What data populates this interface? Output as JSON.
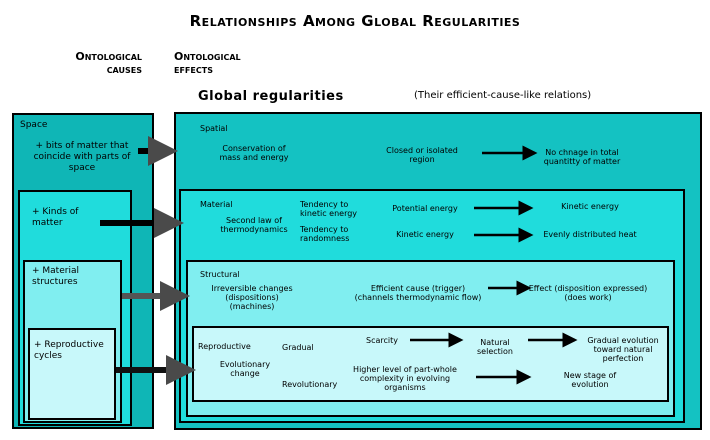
{
  "title": "Relationships Among Global Regularities",
  "headers": {
    "causes": "Ontological causes",
    "effects": "Ontological effects",
    "global": "Global regularities",
    "global_note": "(Their efficient-cause-like relations)"
  },
  "causes": {
    "space": "Space",
    "space_item": "+ bits of matter that coincide with parts of space",
    "kinds": "+ Kinds of matter",
    "structures": "+ Material structures",
    "cycles": "+ Reproductive cycles"
  },
  "spatial": {
    "label": "Spatial",
    "law": "Conservation of mass and energy",
    "cause": "Closed or isolated region",
    "effect": "No chnage in total quantitty of matter"
  },
  "material": {
    "label": "Material",
    "law": "Second law of thermodynamics",
    "tend1": "Tendency to kinetic energy",
    "tend2": "Tendency to randomness",
    "cause1": "Potential energy",
    "effect1": "Kinetic energy",
    "cause2": "Kinetic energy",
    "effect2": "Evenly distributed heat"
  },
  "structural": {
    "label": "Structural",
    "law": "Irreversible changes (dispositions) (machines)",
    "cause": "Efficient cause (trigger) (channels thermodynamic flow)",
    "effect": "Effect (disposition expressed) (does work)"
  },
  "reproductive": {
    "label": "Reproductive",
    "law": "Evolutionary change",
    "gradual": "Gradual",
    "revolutionary": "Revolutionary",
    "scarcity": "Scarcity",
    "selection": "Natural selection",
    "gradual_effect": "Gradual evolution toward natural perfection",
    "complexity": "Higher level of part-whole complexity in evolving organisms",
    "new_stage": "New stage of evolution"
  },
  "colors": {
    "space": "#0fb6b6",
    "spatial": "#14c2c2",
    "material": "#20dcdc",
    "structural": "#80eef0",
    "reproductive": "#c8f8fa"
  }
}
